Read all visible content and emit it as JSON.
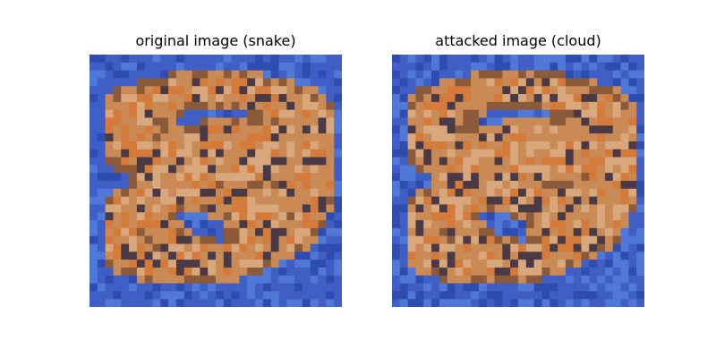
{
  "panels": [
    {
      "title": "original image (snake)",
      "variant": "original"
    },
    {
      "title": "attacked image (cloud)",
      "variant": "attacked"
    }
  ],
  "palette": {
    "background_blue": "#3f5fc6",
    "blue_light": "#5078d6",
    "blue_dark": "#2f4db0",
    "snake_body": "#c98a55",
    "snake_orange": "#d47a3a",
    "snake_light": "#d9a77c",
    "snake_dark": "#4a3a46",
    "snake_edge": "#8b5a3a"
  }
}
